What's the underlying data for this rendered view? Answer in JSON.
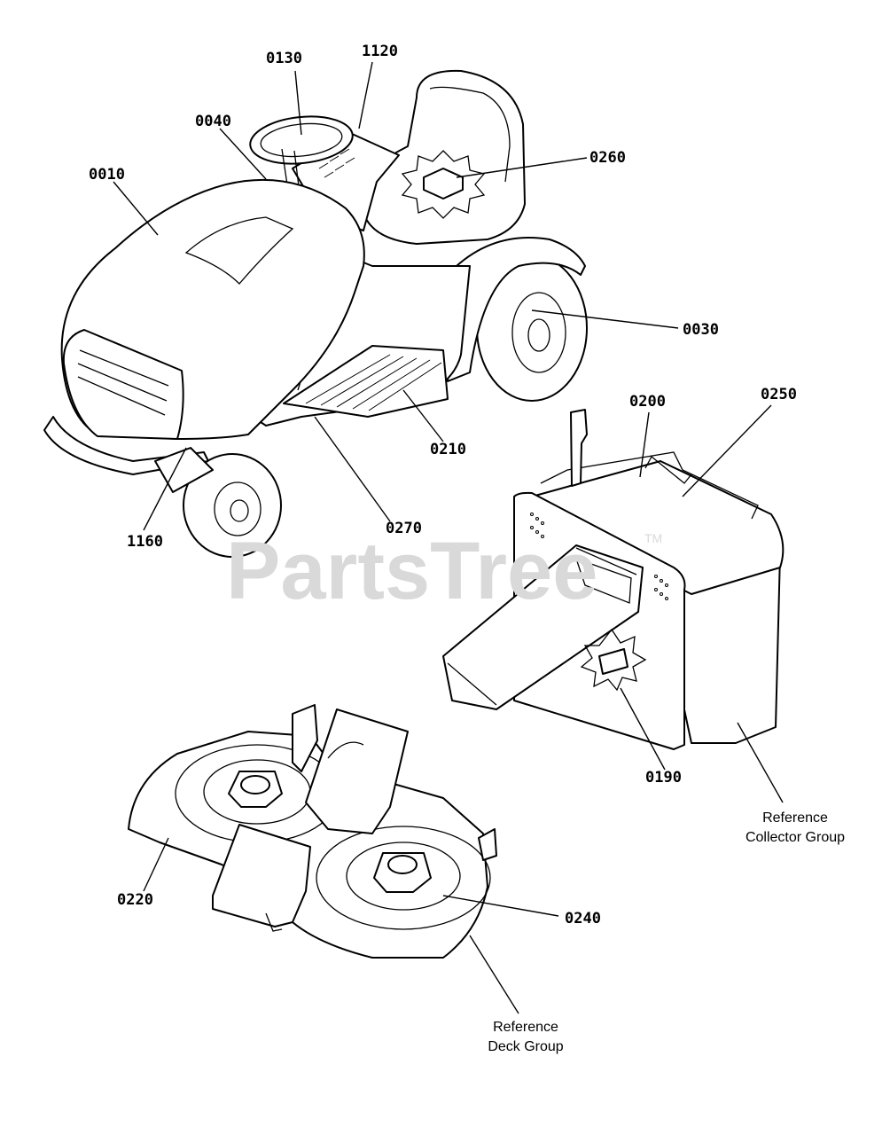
{
  "watermark": "PartsTree",
  "watermark_tm": "TM",
  "callouts": {
    "c0010": "0010",
    "c0040": "0040",
    "c0130": "0130",
    "c1120": "1120",
    "c0260": "0260",
    "c0030": "0030",
    "c0210": "0210",
    "c0270": "0270",
    "c1160": "1160",
    "c0200": "0200",
    "c0250": "0250",
    "c0190": "0190",
    "c0220": "0220",
    "c0240": "0240"
  },
  "references": {
    "collector_line1": "Reference",
    "collector_line2": "Collector Group",
    "deck_line1": "Reference",
    "deck_line2": "Deck Group"
  }
}
